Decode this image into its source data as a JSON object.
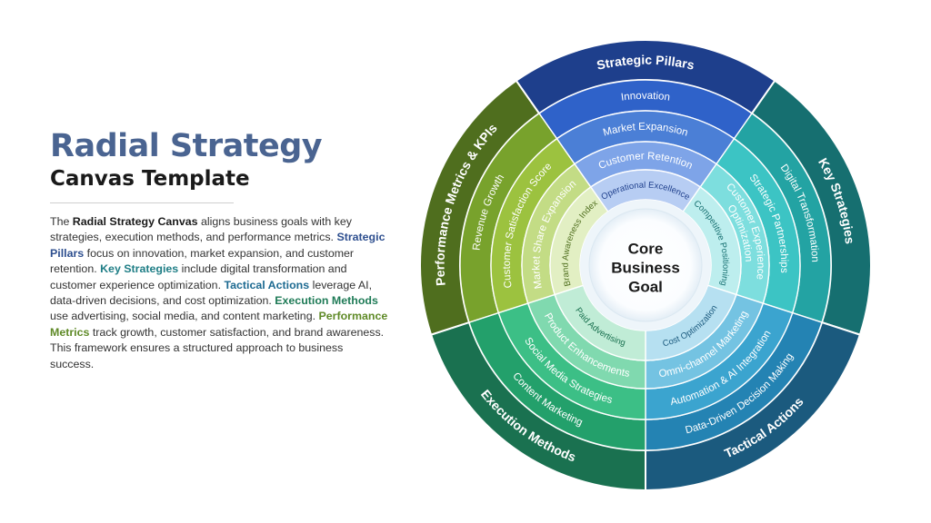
{
  "title": {
    "main": "Radial Strategy",
    "sub": "Canvas Template"
  },
  "description": {
    "p1": "The ",
    "p2": "Radial Strategy Canvas",
    "p3": " aligns business goals with key strategies, execution methods, and performance metrics. ",
    "p4": "Strategic Pillars",
    "p5": " focus on innovation, market expansion, and customer retention. ",
    "p6": "Key Strategies",
    "p7": " include digital transformation and customer experience optimization. ",
    "p8": "Tactical Actions",
    "p9": " leverage AI, data-driven decisions, and cost optimization. ",
    "p10": "Execution Methods",
    "p11": " use advertising, social media, and content marketing. ",
    "p12": "Performance Metrics",
    "p13": " track growth, customer satisfaction, and brand awareness. This framework ensures a structured approach to business success."
  },
  "center": {
    "line1": "Core",
    "line2": "Business",
    "line3": "Goal"
  },
  "sectors": [
    {
      "id": "strategic-pillars",
      "heading": "Strategic Pillars",
      "colors": [
        "#1e3f8c",
        "#2f62c9",
        "#4b7fd6",
        "#7ea4e8",
        "#b7cdf3"
      ],
      "rings": [
        "Innovation",
        "Market Expansion",
        "Customer Retention",
        "Operational Excellence"
      ]
    },
    {
      "id": "key-strategies",
      "heading": "Key Strategies",
      "colors": [
        "#166f70",
        "#23a3a3",
        "#3cc4c4",
        "#7ddede",
        "#bdeeee"
      ],
      "rings": [
        "Digital Transformation",
        "Strategic Partnerships",
        "Customer Experience|Optimization",
        "Competitive Positioning"
      ]
    },
    {
      "id": "tactical-actions",
      "heading": "Tactical Actions",
      "colors": [
        "#1b5a7e",
        "#2483b3",
        "#3ba4cf",
        "#74c3e2",
        "#b6e0f1"
      ],
      "rings": [
        "Data-Driven Decision Making",
        "Automation & AI Integration",
        "Omni-channel Marketing",
        "Cost Optimization"
      ]
    },
    {
      "id": "execution-methods",
      "heading": "Execution Methods",
      "colors": [
        "#1a7150",
        "#23a06b",
        "#3cbf86",
        "#80d9af",
        "#c0ecd6"
      ],
      "rings": [
        "Content Marketing",
        "Social Media Strategies",
        "Product Enhancements",
        "Paid Advertising"
      ]
    },
    {
      "id": "performance-metrics",
      "heading": "Performance Metrics & KPIs",
      "colors": [
        "#4f6e1e",
        "#78a22c",
        "#9cc23f",
        "#c3dc85",
        "#e2efc3"
      ],
      "rings": [
        "Revenue Growth",
        "Customer Satisfaction Score",
        "Market Share Expansion",
        "Brand Awareness Index"
      ]
    }
  ]
}
